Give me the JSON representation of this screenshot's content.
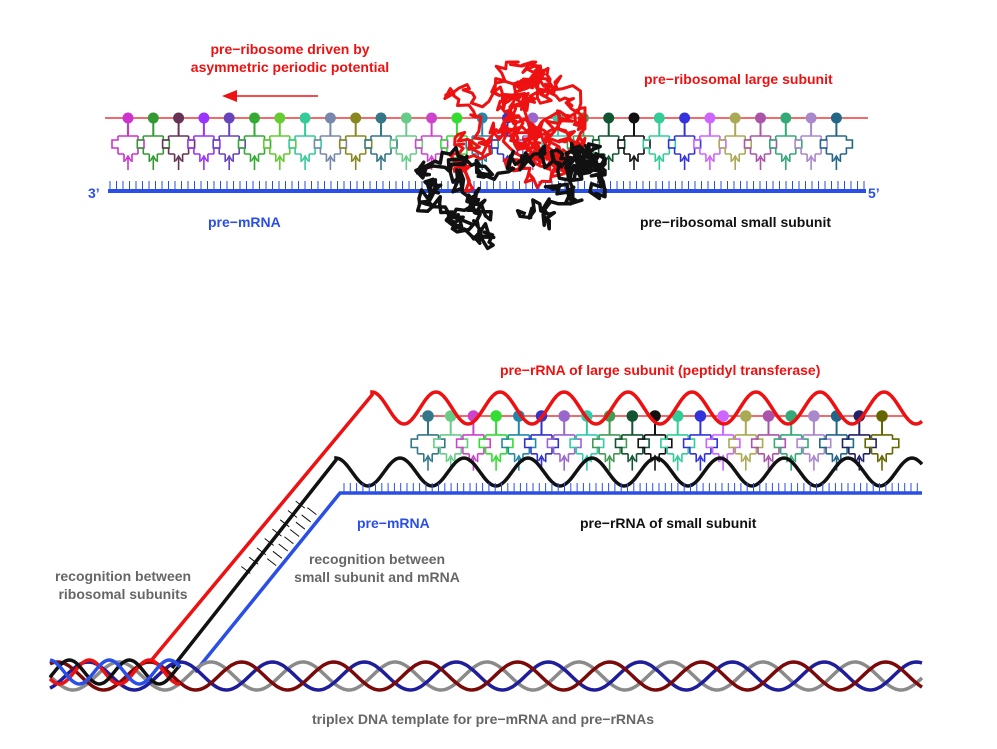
{
  "labels": {
    "driven_line1": "pre−ribosome driven by",
    "driven_line2": "asymmetric periodic potential",
    "large_subunit": "pre−ribosomal large subunit",
    "small_subunit": "pre−ribosomal small subunit",
    "mrna_top": "pre−mRNA",
    "three_prime": "3’",
    "five_prime": "5’",
    "rrna_large": "pre−rRNA of large subunit (peptidyl transferase)",
    "mrna_bottom": "pre−mRNA",
    "rrna_small": "pre−rRNA of small subunit",
    "recog_small_line1": "recognition between",
    "recog_small_line2": "small subunit and mRNA",
    "recog_ribo_line1": "recognition between",
    "recog_ribo_line2": "ribosomal subunits",
    "dna_template": "triplex DNA template for pre−mRNA and pre−rRNAs"
  },
  "colors": {
    "red": "#ee1111",
    "blue": "#2a4fe6",
    "black": "#111111",
    "gray": "#666666",
    "dna_darkred": "#7a0a0a",
    "dna_navy": "#1e1e9a",
    "dna_gray": "#8a8a8a"
  },
  "trna_palette": [
    "#cc33cc",
    "#339933",
    "#663355",
    "#9933ff",
    "#6644bb",
    "#33aa33",
    "#66cc33",
    "#33cc99",
    "#7788aa",
    "#888822",
    "#337788",
    "#66cc88",
    "#cc44cc",
    "#33dd33",
    "#2288aa",
    "#3333cc",
    "#9966cc",
    "#33ccaa",
    "#449955",
    "#115533",
    "#111111",
    "#33cc99",
    "#3333dd",
    "#cc66ff",
    "#aaaa55",
    "#aa55aa",
    "#33aa77",
    "#aa88cc",
    "#226688",
    "#222266",
    "#666600",
    "#aa6633",
    "#5566aa",
    "#663366",
    "#66bb55",
    "#cc33aa",
    "#9999cc"
  ]
}
